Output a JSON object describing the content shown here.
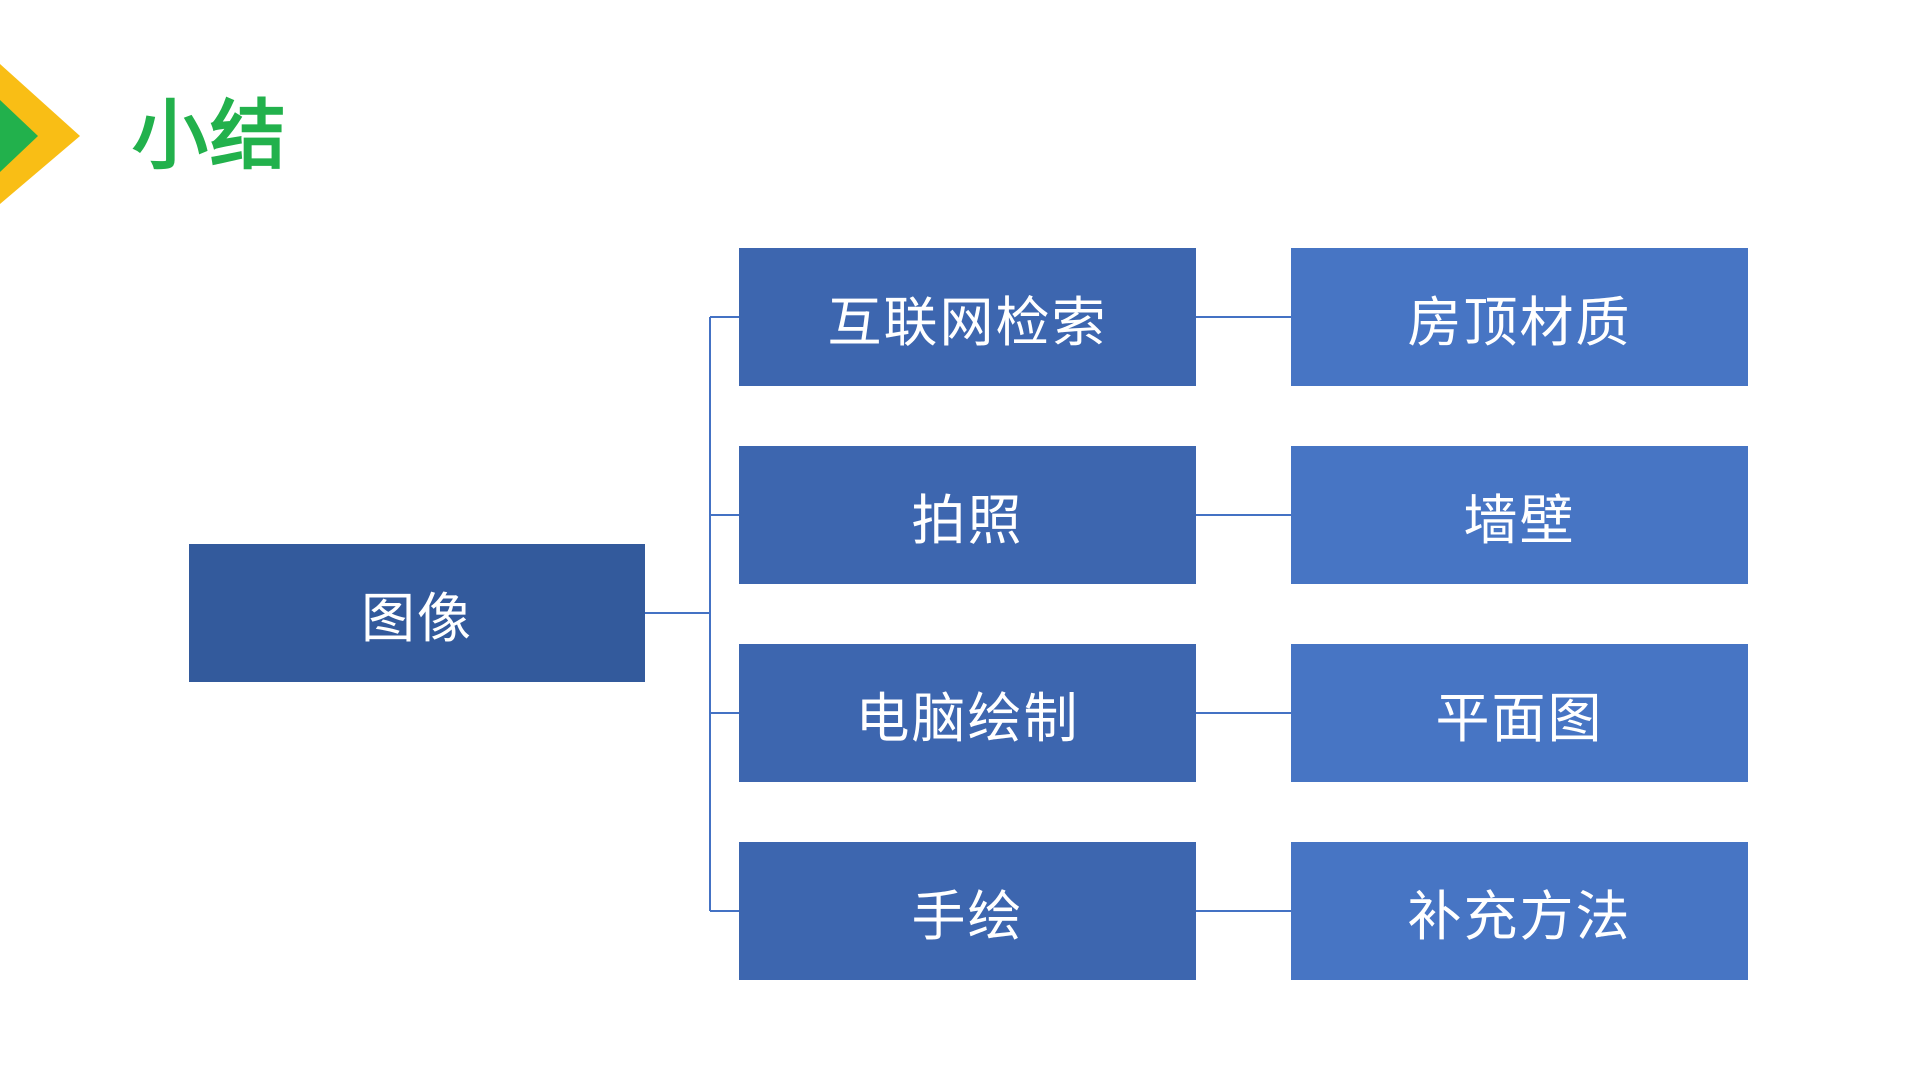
{
  "slide": {
    "title": "小结"
  },
  "diagram": {
    "root": "图像",
    "rows": [
      {
        "source": "互联网检索",
        "target": "房顶材质"
      },
      {
        "source": "拍照",
        "target": "墙壁"
      },
      {
        "source": "电脑绘制",
        "target": "平面图"
      },
      {
        "source": "手绘",
        "target": "补充方法"
      }
    ]
  },
  "colors": {
    "title": "#22b14c",
    "chevron_outer": "#f9be15",
    "chevron_inner": "#22b14c",
    "root_box": "#335a9c",
    "mid_box": "#3d66af",
    "leaf_box": "#4775c4",
    "connector": "#4472c4"
  }
}
